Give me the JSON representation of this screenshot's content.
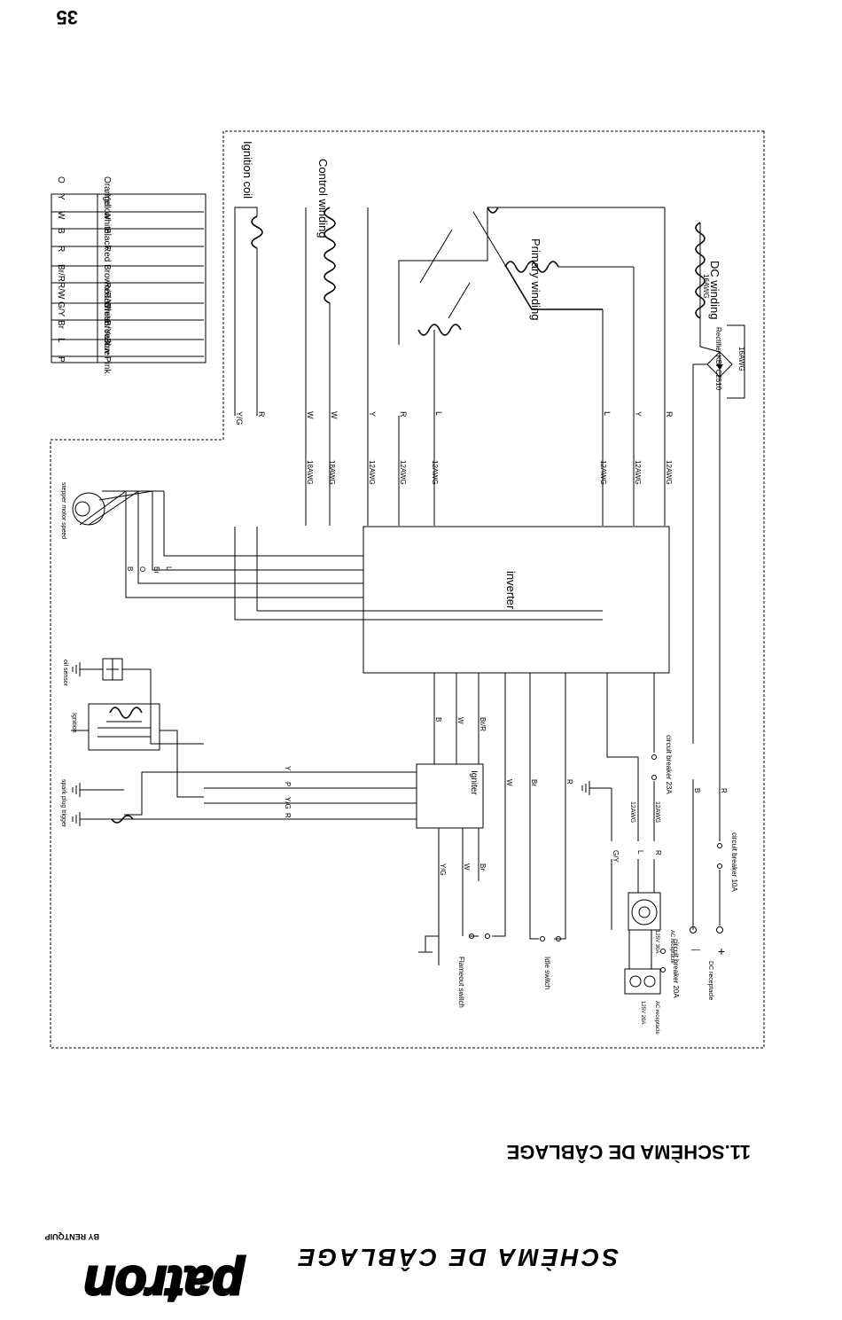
{
  "page_number": "35",
  "section_title": "11.SCHÈMA DE CÂBLAGE",
  "banner_title": "SCHÈMA DE CÂBLAGE",
  "logo": {
    "wordmark": "patron",
    "tagline": "BY RENTQUIP"
  },
  "color_table": [
    {
      "code": "P",
      "name": "Pink"
    },
    {
      "code": "L",
      "name": "Blue"
    },
    {
      "code": "Br",
      "name": "Brown"
    },
    {
      "code": "G/Y",
      "name": "Green/Yellow"
    },
    {
      "code": "R/W",
      "name": "Red/White"
    },
    {
      "code": "Br/R",
      "name": "Brown/Red"
    },
    {
      "code": "R",
      "name": "Red"
    },
    {
      "code": "B",
      "name": "Black"
    },
    {
      "code": "W",
      "name": "White"
    },
    {
      "code": "Y",
      "name": "Yellow"
    },
    {
      "code": "O",
      "name": "Orange"
    }
  ],
  "components": {
    "dc_winding": "DC winding",
    "primary_winding": "Primary winding",
    "control_winding": "Control winding",
    "ignition_coil": "Ignition coil",
    "rectifier": "Rectifier KBPC2510",
    "inverter": "inverter",
    "igniter": "Igniter",
    "stepper_motor": "stepper motor speed",
    "oil_sensor": "oil sensor",
    "ignition": "Ignition",
    "spark_plug": "spark plug trigger",
    "breaker_23": "circuit breaker 23A",
    "breaker_10": "circuit breaker 10A",
    "breaker_20": "circuit breaker 20A",
    "dc_receptacle": "DC receptacle",
    "ac_receptacle_30": "AC receptacle",
    "ac_rating_30": "125V  30A",
    "ac_receptacle_20": "AC receptacle",
    "ac_rating_20": "125V  20A",
    "idle_switch": "Idle switch",
    "flameout_switch": "Flameout switch"
  },
  "labels": {
    "rect_16awg_a": "16AWG",
    "rect_16awg_b": "16AWG",
    "rect_L_a": "L",
    "rect_L_b": "L",
    "rect_L_c": "L",
    "plus": "+",
    "minus": "—",
    "b": "B",
    "r": "R",
    "gy": "G/Y",
    "awg12a": "12AWG",
    "awg12b": "12AWG",
    "l": "L",
    "w": "W",
    "br": "Br",
    "brr": "Br/R",
    "y": "Y",
    "p": "P",
    "yg": "Y/G",
    "o": "O",
    "awg18": "18AWG"
  }
}
